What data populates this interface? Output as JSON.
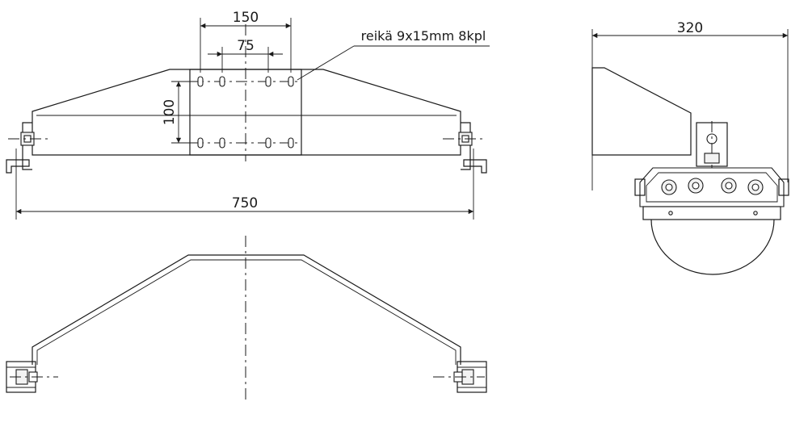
{
  "dimensions": {
    "hole_spacing_outer": "150",
    "hole_spacing_inner": "75",
    "hole_row_spacing": "100",
    "overall_width": "750",
    "depth": "320"
  },
  "note": "reikä 9x15mm 8kpl"
}
